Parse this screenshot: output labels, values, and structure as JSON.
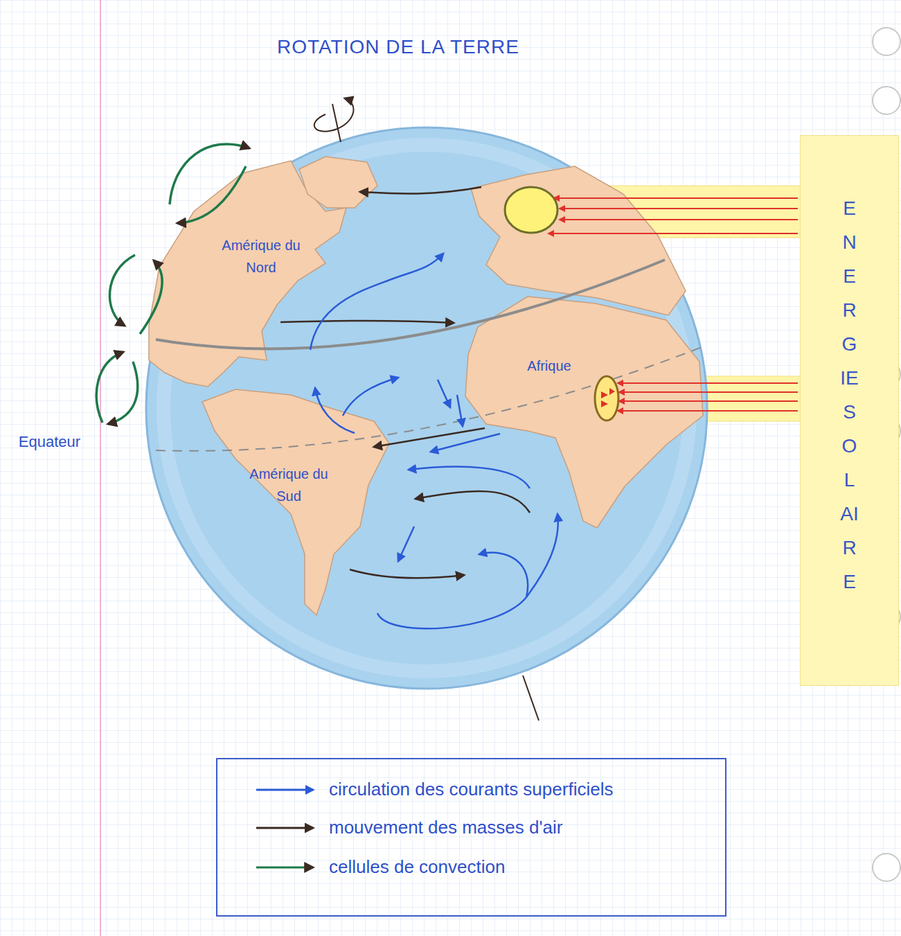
{
  "diagram": {
    "title": "ROTATION DE LA TERRE",
    "nodes": [
      {
        "text": [
          "ENERGIE SOLAIRE"
        ]
      }
    ],
    "labels": [
      "Amérique du Nord",
      "Afrique",
      "Amérique du Sud",
      "Equateur"
    ],
    "legend": [
      {
        "text": "circulation des courants superficiels"
      },
      {
        "text": "mouvement des masses d'air"
      },
      {
        "text": "cellules de convection"
      }
    ]
  }
}
